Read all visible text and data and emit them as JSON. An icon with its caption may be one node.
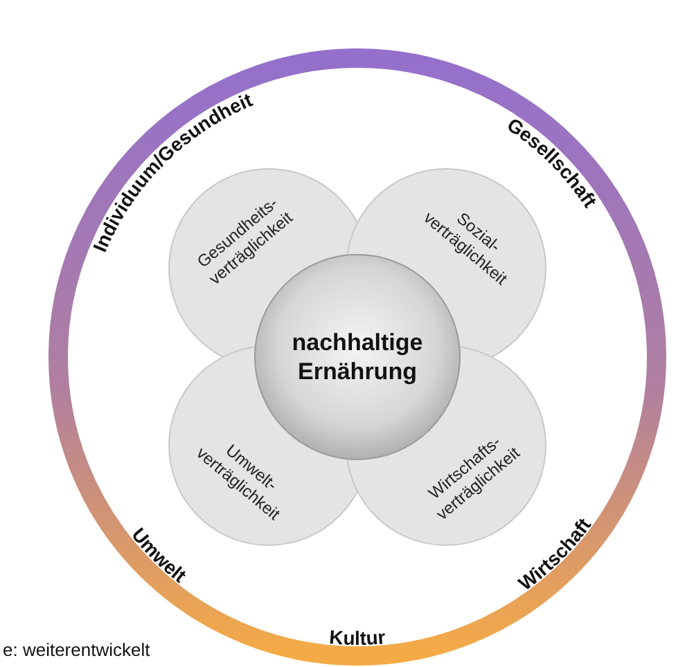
{
  "diagram": {
    "nodes": [
      {
        "text": [
          "Individuum/Gesundheit",
          "Gesellschaft",
          "Wirtschaft",
          "Kultur",
          "Umwelt"
        ]
      },
      {
        "text": [
          "Gesundheits- verträglichkeit"
        ],
        "in": 0
      },
      {
        "text": [
          "Sozial- verträglichkeit"
        ],
        "in": 0
      },
      {
        "text": [
          "Umwelt- verträglichkeit"
        ],
        "in": 0
      },
      {
        "text": [
          "Wirtschafts- verträglichkeit"
        ],
        "in": 0
      },
      {
        "text": [
          "nachhaltige Ernährung"
        ],
        "in": 0
      }
    ],
    "labels": [
      "e: weiterentwickelt"
    ]
  }
}
